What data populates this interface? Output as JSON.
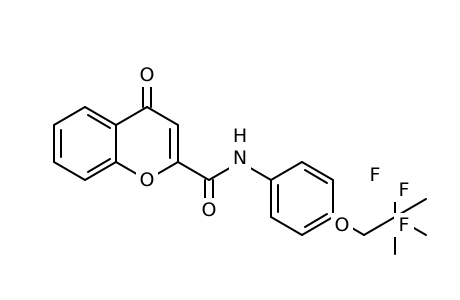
{
  "molecule": {
    "atoms": {
      "O_keto": "O",
      "O_ring": "O",
      "N_amide": "H",
      "N_amide_symbol": "N",
      "O_amide": "O",
      "O_ether": "O",
      "F1": "F",
      "F2": "F",
      "F3": "F"
    },
    "colors": {
      "bond": "#000000",
      "label": "#000000",
      "background": "#ffffff"
    }
  }
}
